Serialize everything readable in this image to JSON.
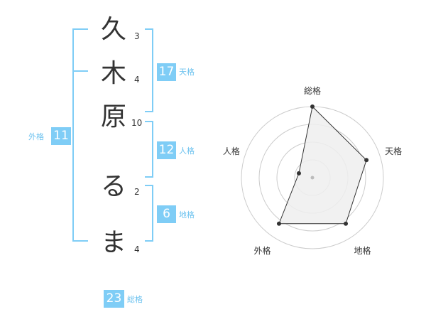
{
  "name": {
    "chars": [
      "久",
      "木",
      "原",
      "る",
      "ま"
    ],
    "strokes": [
      "3",
      "4",
      "10",
      "2",
      "4"
    ]
  },
  "fortune": {
    "tenkaku": {
      "value": "17",
      "label": "天格"
    },
    "jinkaku": {
      "value": "12",
      "label": "人格"
    },
    "chikaku": {
      "value": "6",
      "label": "地格"
    },
    "gaikaku": {
      "value": "11",
      "label": "外格"
    },
    "soukaku": {
      "value": "23",
      "label": "総格"
    }
  },
  "chart_data": {
    "type": "radar",
    "axes": [
      "総格",
      "天格",
      "地格",
      "外格",
      "人格"
    ],
    "values": [
      5,
      4,
      4,
      4,
      1
    ],
    "rmax": 5,
    "rings": 4,
    "colors": {
      "ring": "#cccccc",
      "fill": "#eeeeee",
      "line": "#333333",
      "point": "#333333",
      "center": "#bbbbbb"
    }
  }
}
